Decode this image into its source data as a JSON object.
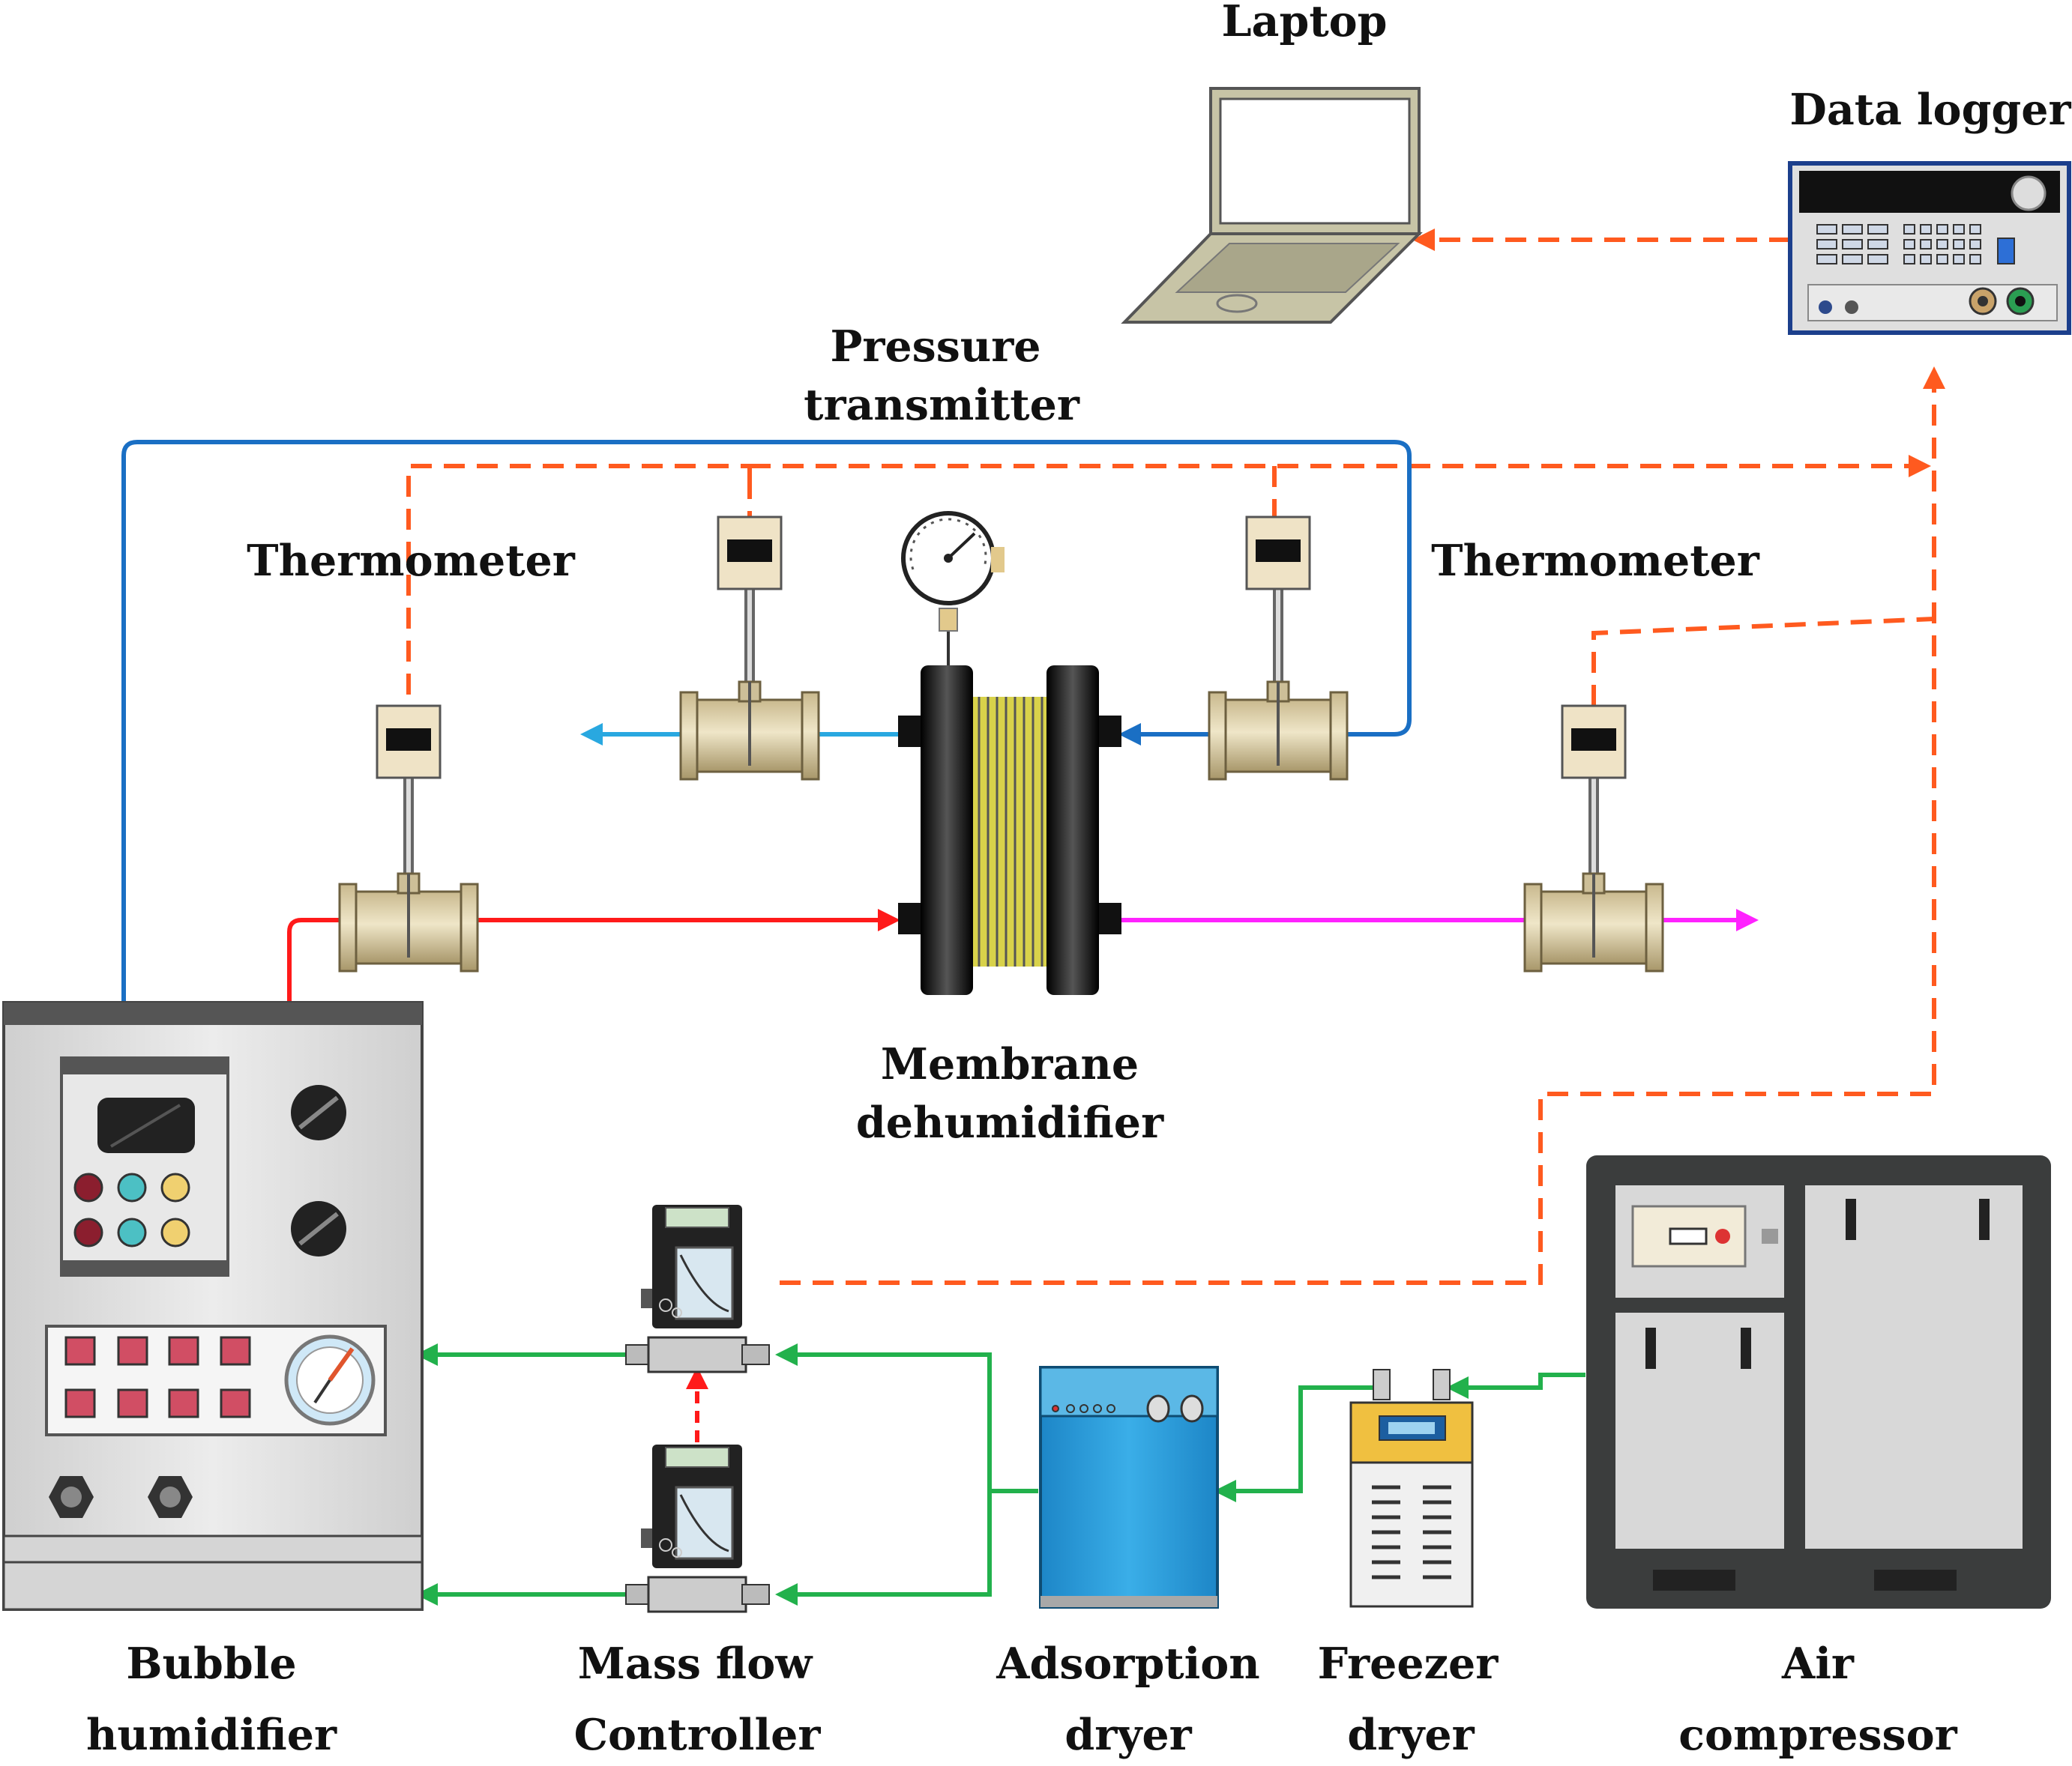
{
  "labels": {
    "laptop": "Laptop",
    "data_logger": "Data logger",
    "pressure_transmitter_1": "Pressure",
    "pressure_transmitter_2": "transmitter",
    "thermometer_left": "Thermometer",
    "thermometer_right": "Thermometer",
    "membrane_1": "Membrane",
    "membrane_2": "dehumidifier",
    "bubble_1": "Bubble",
    "bubble_2": "humidifier",
    "mfc_1": "Mass flow",
    "mfc_2": "Controller",
    "adsorption_1": "Adsorption",
    "adsorption_2": "dryer",
    "freezer_1": "Freezer",
    "freezer_2": "dryer",
    "compressor_1": "Air",
    "compressor_2": "compressor"
  },
  "colors": {
    "signal": "#ff5a1f",
    "hot_humid_air": "#ff1a1a",
    "dry_sweep_in": "#1a6fc4",
    "sweep_out": "#29a8e0",
    "dehumidified_out": "#ff22ff",
    "compressed_air": "#22b14c",
    "sensor_body": "#d2c29a",
    "cabinet": "#e2e2e2"
  }
}
